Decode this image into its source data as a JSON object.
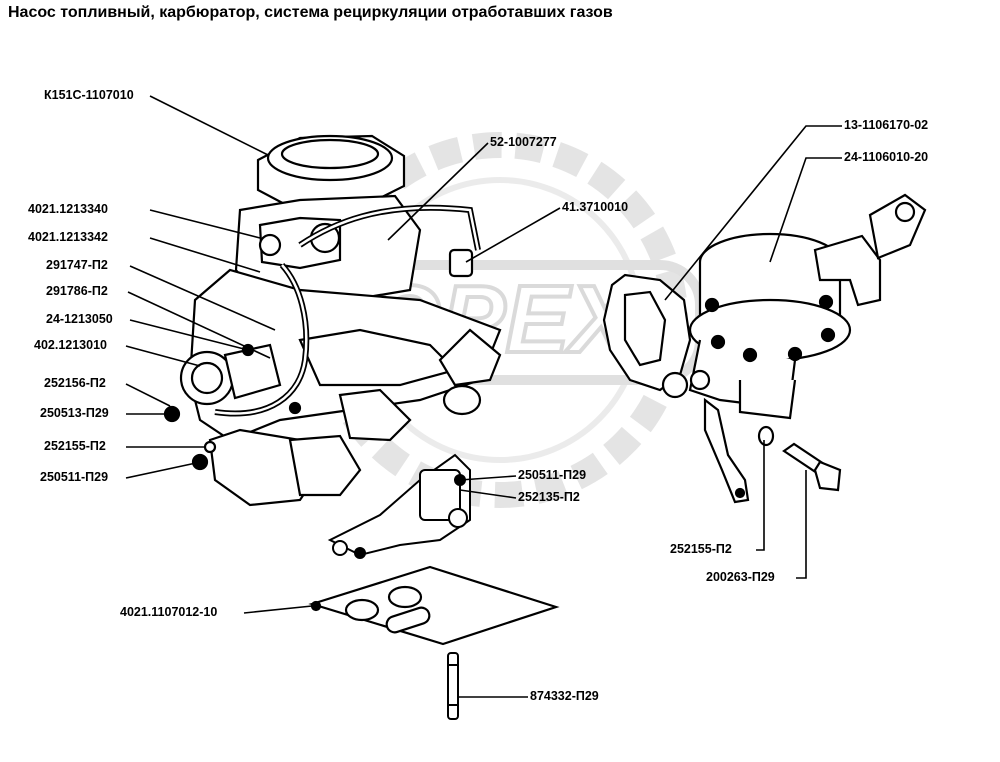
{
  "title": "Насос топливный, карбюратор, система рециркуляции отработавших газов",
  "watermark": "ОРЕХ",
  "labels": {
    "carburetor": "К151С-1107010",
    "hose_52": "52-1007277",
    "valve_41": "41.3710010",
    "p4021_1213340": "4021.1213340",
    "p4021_1213342": "4021.1213342",
    "p291747": "291747-П2",
    "p291786": "291786-П2",
    "p24_1213050": "24-1213050",
    "p402_1213010": "402.1213010",
    "p252156": "252156-П2",
    "p250513": "250513-П29",
    "p252155_left": "252155-П2",
    "p250511_left": "250511-П29",
    "p250511_mid": "250511-П29",
    "p252135": "252135-П2",
    "gasket": "4021.1107012-10",
    "stud": "874332-П29",
    "pump_gasket": "13-1106170-02",
    "fuel_pump": "24-1106010-20",
    "p252155_right": "252155-П2",
    "p200263": "200263-П29"
  },
  "colors": {
    "ink": "#000000",
    "watermark": "#cfcfcf"
  }
}
